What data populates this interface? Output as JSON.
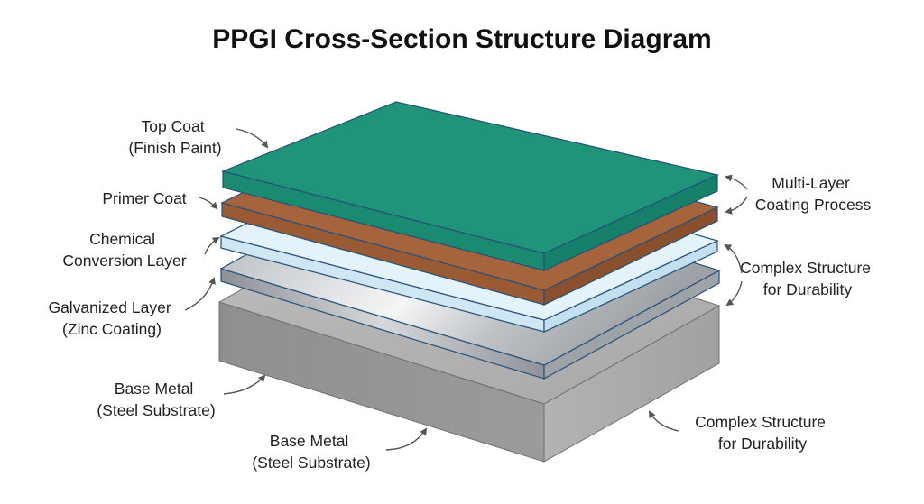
{
  "title": "PPGI Cross-Section Structure Diagram",
  "colors": {
    "top_coat": "#1f9478",
    "primer_coat": "#9a5b34",
    "chemical_conversion": "#dbeef8",
    "galvanized": "#b9bcc0",
    "base_metal": "#9a9a9a",
    "outline": "#24507a"
  },
  "labels": {
    "top_coat": {
      "line1": "Top Coat",
      "line2": "(Finish Paint)"
    },
    "primer_coat": {
      "line1": "Primer Coat"
    },
    "chemical_conversion": {
      "line1": "Chemical",
      "line2": "Conversion Layer"
    },
    "galvanized": {
      "line1": "Galvanized Layer",
      "line2": "(Zinc Coating)"
    },
    "base_metal_1": {
      "line1": "Base Metal",
      "line2": "(Steel Substrate)"
    },
    "base_metal_2": {
      "line1": "Base Metal",
      "line2": "(Steel Substrate)"
    },
    "multi_layer": {
      "line1": "Multi-Layer",
      "line2": "Coating Process"
    },
    "complex_1": {
      "line1": "Complex Structure",
      "line2": "for Durability"
    },
    "complex_2": {
      "line1": "Complex Structure",
      "line2": "for Durability"
    }
  }
}
